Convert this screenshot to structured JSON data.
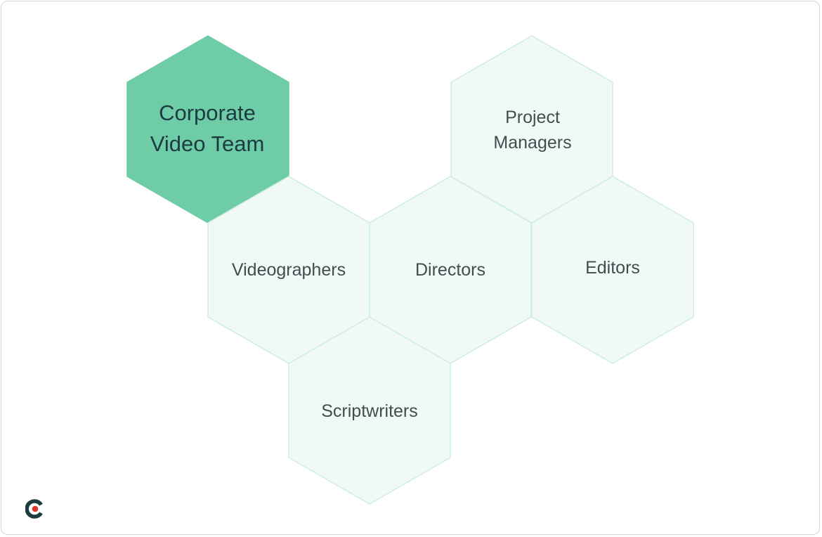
{
  "diagram": {
    "main_node": {
      "label_line1": "Corporate",
      "label_line2": "Video Team",
      "fill": "#6ecca7"
    },
    "nodes": [
      {
        "id": "project-managers",
        "line1": "Project",
        "line2": "Managers"
      },
      {
        "id": "videographers",
        "line1": "Videographers"
      },
      {
        "id": "directors",
        "line1": "Directors"
      },
      {
        "id": "editors",
        "line1": "Editors"
      },
      {
        "id": "scriptwriters",
        "line1": "Scriptwriters"
      }
    ],
    "node_fill": "#f1f9f6",
    "node_stroke": "#cdeee0",
    "text_color": "#3f4e4f"
  },
  "logo": {
    "icon": "brand-c-icon",
    "colors": {
      "dark": "#1d3c42",
      "accent": "#e0342b"
    }
  }
}
